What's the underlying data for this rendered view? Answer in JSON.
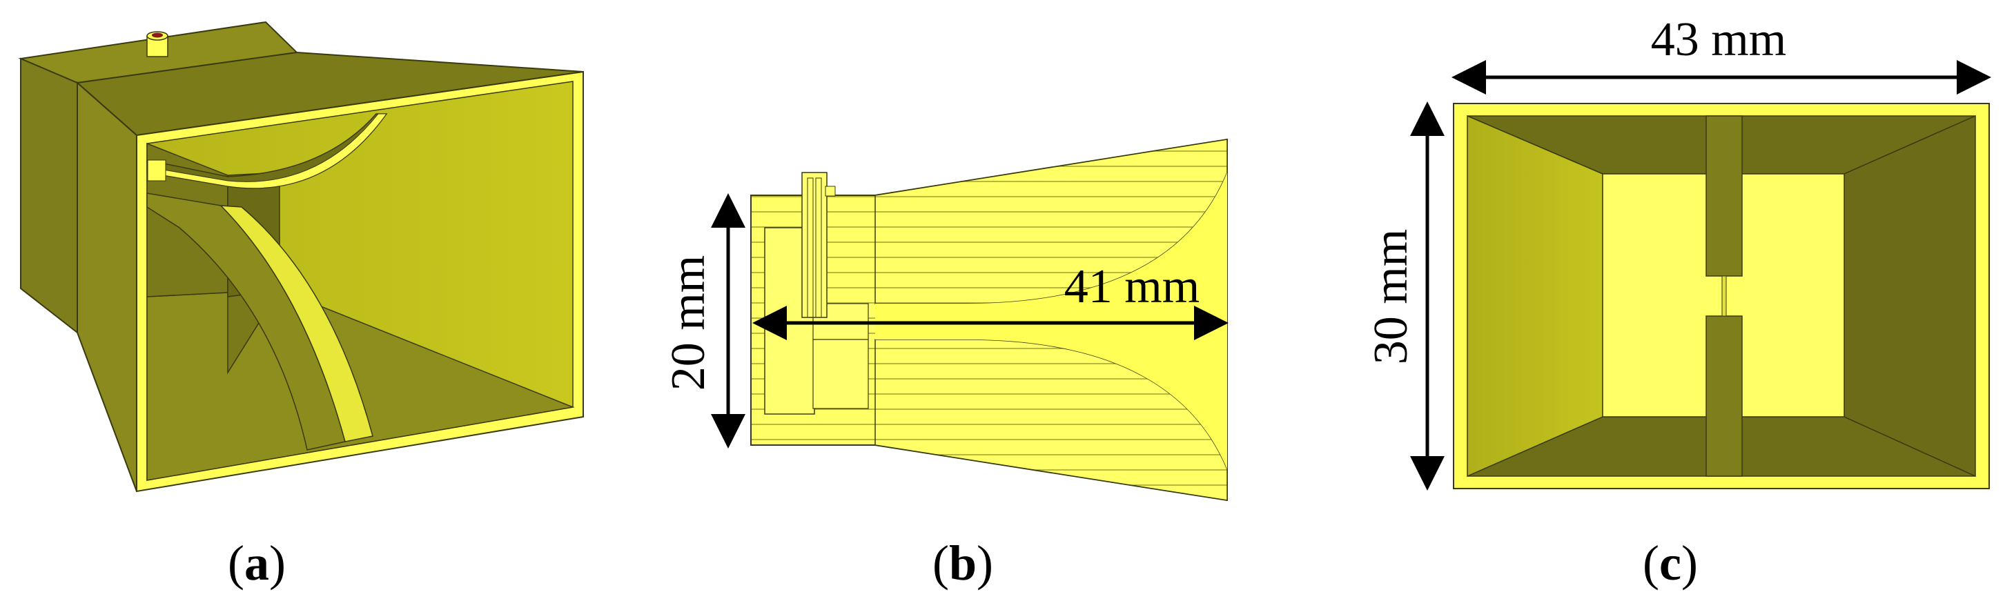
{
  "colors": {
    "bright_yellow": "#FFFF66",
    "yellow": "#C4C417",
    "olive": "#8E8E1F",
    "dark_olive": "#6B6B18",
    "outline": "#3A3A10",
    "port_red": "#8B1A1A"
  },
  "panel_a": {
    "caption_letter": "a"
  },
  "panel_b": {
    "caption_letter": "b",
    "height_label": "20 mm",
    "length_label": "41 mm"
  },
  "panel_c": {
    "caption_letter": "c",
    "width_label": "43 mm",
    "height_label": "30 mm"
  }
}
